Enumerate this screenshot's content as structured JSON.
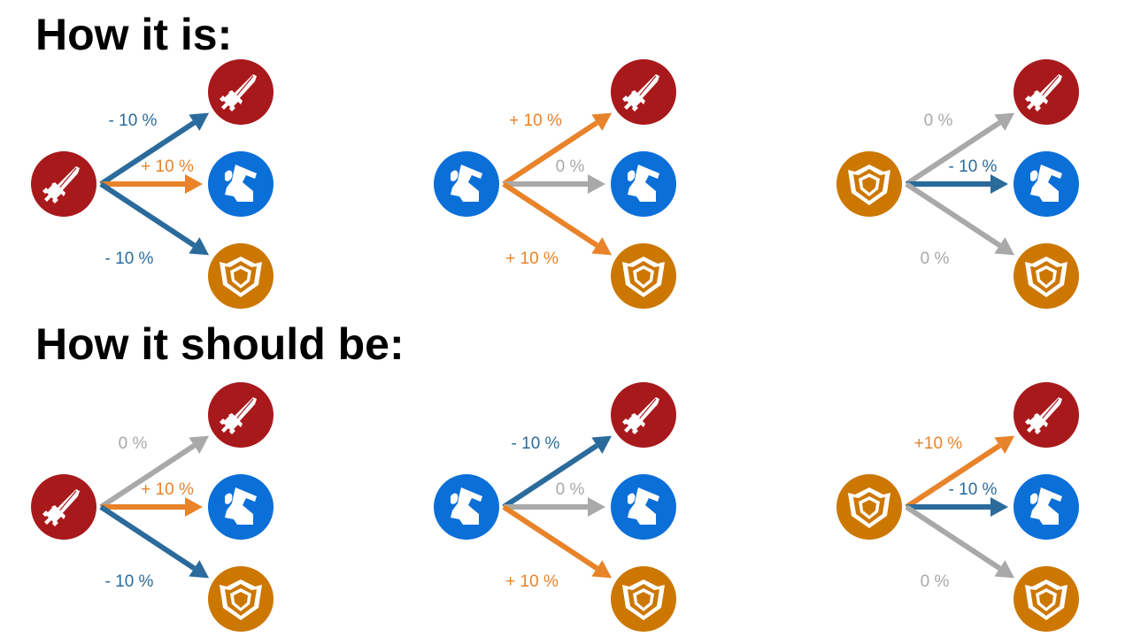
{
  "headings": {
    "current": "How it is:",
    "desired": "How it should be:"
  },
  "colors": {
    "sword": "#a8191c",
    "boot": "#0b6fd8",
    "shield": "#cc7700",
    "negative": "#2a6b9c",
    "positive": "#e8832a",
    "neutral": "#a9a9a9"
  },
  "sections": [
    {
      "name": "current",
      "groups": [
        {
          "source": "sword",
          "arrows": [
            {
              "target": "sword",
              "label": "- 10 %",
              "kind": "negative"
            },
            {
              "target": "boot",
              "label": "+ 10 %",
              "kind": "positive"
            },
            {
              "target": "shield",
              "label": "- 10 %",
              "kind": "negative"
            }
          ]
        },
        {
          "source": "boot",
          "arrows": [
            {
              "target": "sword",
              "label": "+ 10 %",
              "kind": "positive"
            },
            {
              "target": "boot",
              "label": "0 %",
              "kind": "neutral"
            },
            {
              "target": "shield",
              "label": "+ 10 %",
              "kind": "positive"
            }
          ]
        },
        {
          "source": "shield",
          "arrows": [
            {
              "target": "sword",
              "label": "0 %",
              "kind": "neutral"
            },
            {
              "target": "boot",
              "label": "- 10 %",
              "kind": "negative"
            },
            {
              "target": "shield",
              "label": "0 %",
              "kind": "neutral"
            }
          ]
        }
      ]
    },
    {
      "name": "desired",
      "groups": [
        {
          "source": "sword",
          "arrows": [
            {
              "target": "sword",
              "label": "0 %",
              "kind": "neutral"
            },
            {
              "target": "boot",
              "label": "+ 10 %",
              "kind": "positive"
            },
            {
              "target": "shield",
              "label": "- 10 %",
              "kind": "negative"
            }
          ]
        },
        {
          "source": "boot",
          "arrows": [
            {
              "target": "sword",
              "label": "- 10 %",
              "kind": "negative"
            },
            {
              "target": "boot",
              "label": "0 %",
              "kind": "neutral"
            },
            {
              "target": "shield",
              "label": "+ 10 %",
              "kind": "positive"
            }
          ]
        },
        {
          "source": "shield",
          "arrows": [
            {
              "target": "sword",
              "label": "+10 %",
              "kind": "positive"
            },
            {
              "target": "boot",
              "label": "- 10 %",
              "kind": "negative"
            },
            {
              "target": "shield",
              "label": "0 %",
              "kind": "neutral"
            }
          ]
        }
      ]
    }
  ]
}
